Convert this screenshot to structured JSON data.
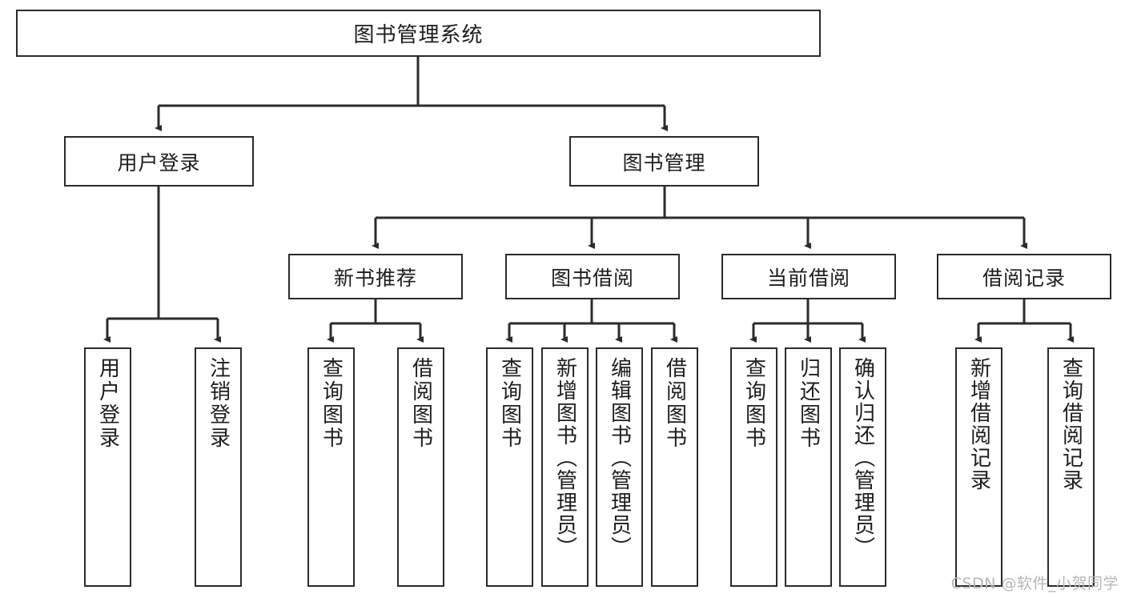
{
  "diagram": {
    "title": "图书管理系统",
    "type": "tree",
    "root": {
      "label": "图书管理系统"
    },
    "level2": [
      {
        "label": "用户登录"
      },
      {
        "label": "图书管理"
      }
    ],
    "level3": [
      {
        "label": "新书推荐"
      },
      {
        "label": "图书借阅"
      },
      {
        "label": "当前借阅"
      },
      {
        "label": "借阅记录"
      }
    ],
    "leaves": {
      "user_login": [
        {
          "label": "用户登录"
        },
        {
          "label": "注销登录"
        }
      ],
      "new_book_recommend": [
        {
          "label": "查询图书"
        },
        {
          "label": "借阅图书"
        }
      ],
      "book_borrow": [
        {
          "label": "查询图书"
        },
        {
          "label": "新增图书（管理员）"
        },
        {
          "label": "编辑图书（管理员）"
        },
        {
          "label": "借阅图书"
        }
      ],
      "current_borrow": [
        {
          "label": "查询图书"
        },
        {
          "label": "归还图书"
        },
        {
          "label": "确认归还（管理员）"
        }
      ],
      "borrow_record": [
        {
          "label": "新增借阅记录"
        },
        {
          "label": "查询借阅记录"
        }
      ]
    }
  },
  "watermark": {
    "text": "CSDN @软件_小贺同学"
  },
  "colors": {
    "stroke": "#2b2b2b",
    "background": "#ffffff",
    "text": "#1d1d1d",
    "watermark": "#b6b6b6"
  }
}
